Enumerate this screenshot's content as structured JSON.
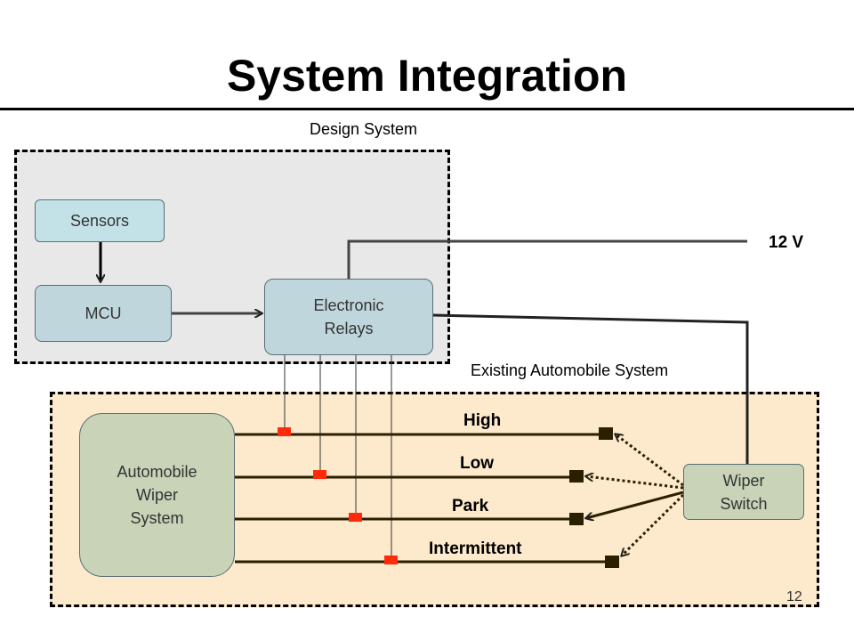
{
  "title": "System Integration",
  "design_region_label": "Design System",
  "existing_region_label": "Existing Automobile System",
  "blocks": {
    "sensors": "Sensors",
    "mcu": "MCU",
    "relays_line1": "Electronic",
    "relays_line2": "Relays",
    "wiper_line1": "Automobile",
    "wiper_line2": "Wiper",
    "wiper_line3": "System",
    "switch_line1": "Wiper",
    "switch_line2": "Switch"
  },
  "supply_label": "12 V",
  "wire_labels": [
    "High",
    "Low",
    "Park",
    "Intermittent"
  ],
  "page_number": "12",
  "colors": {
    "design_fill": "#e8e8e8",
    "existing_fill": "#fde9cc",
    "sensor_fill": "#c3e2e8",
    "mcu_fill": "#bfd7dc",
    "wiper_fill": "#c9d3b8",
    "marker_red": "#ff2a0a",
    "terminal_dark": "#2a2000"
  }
}
